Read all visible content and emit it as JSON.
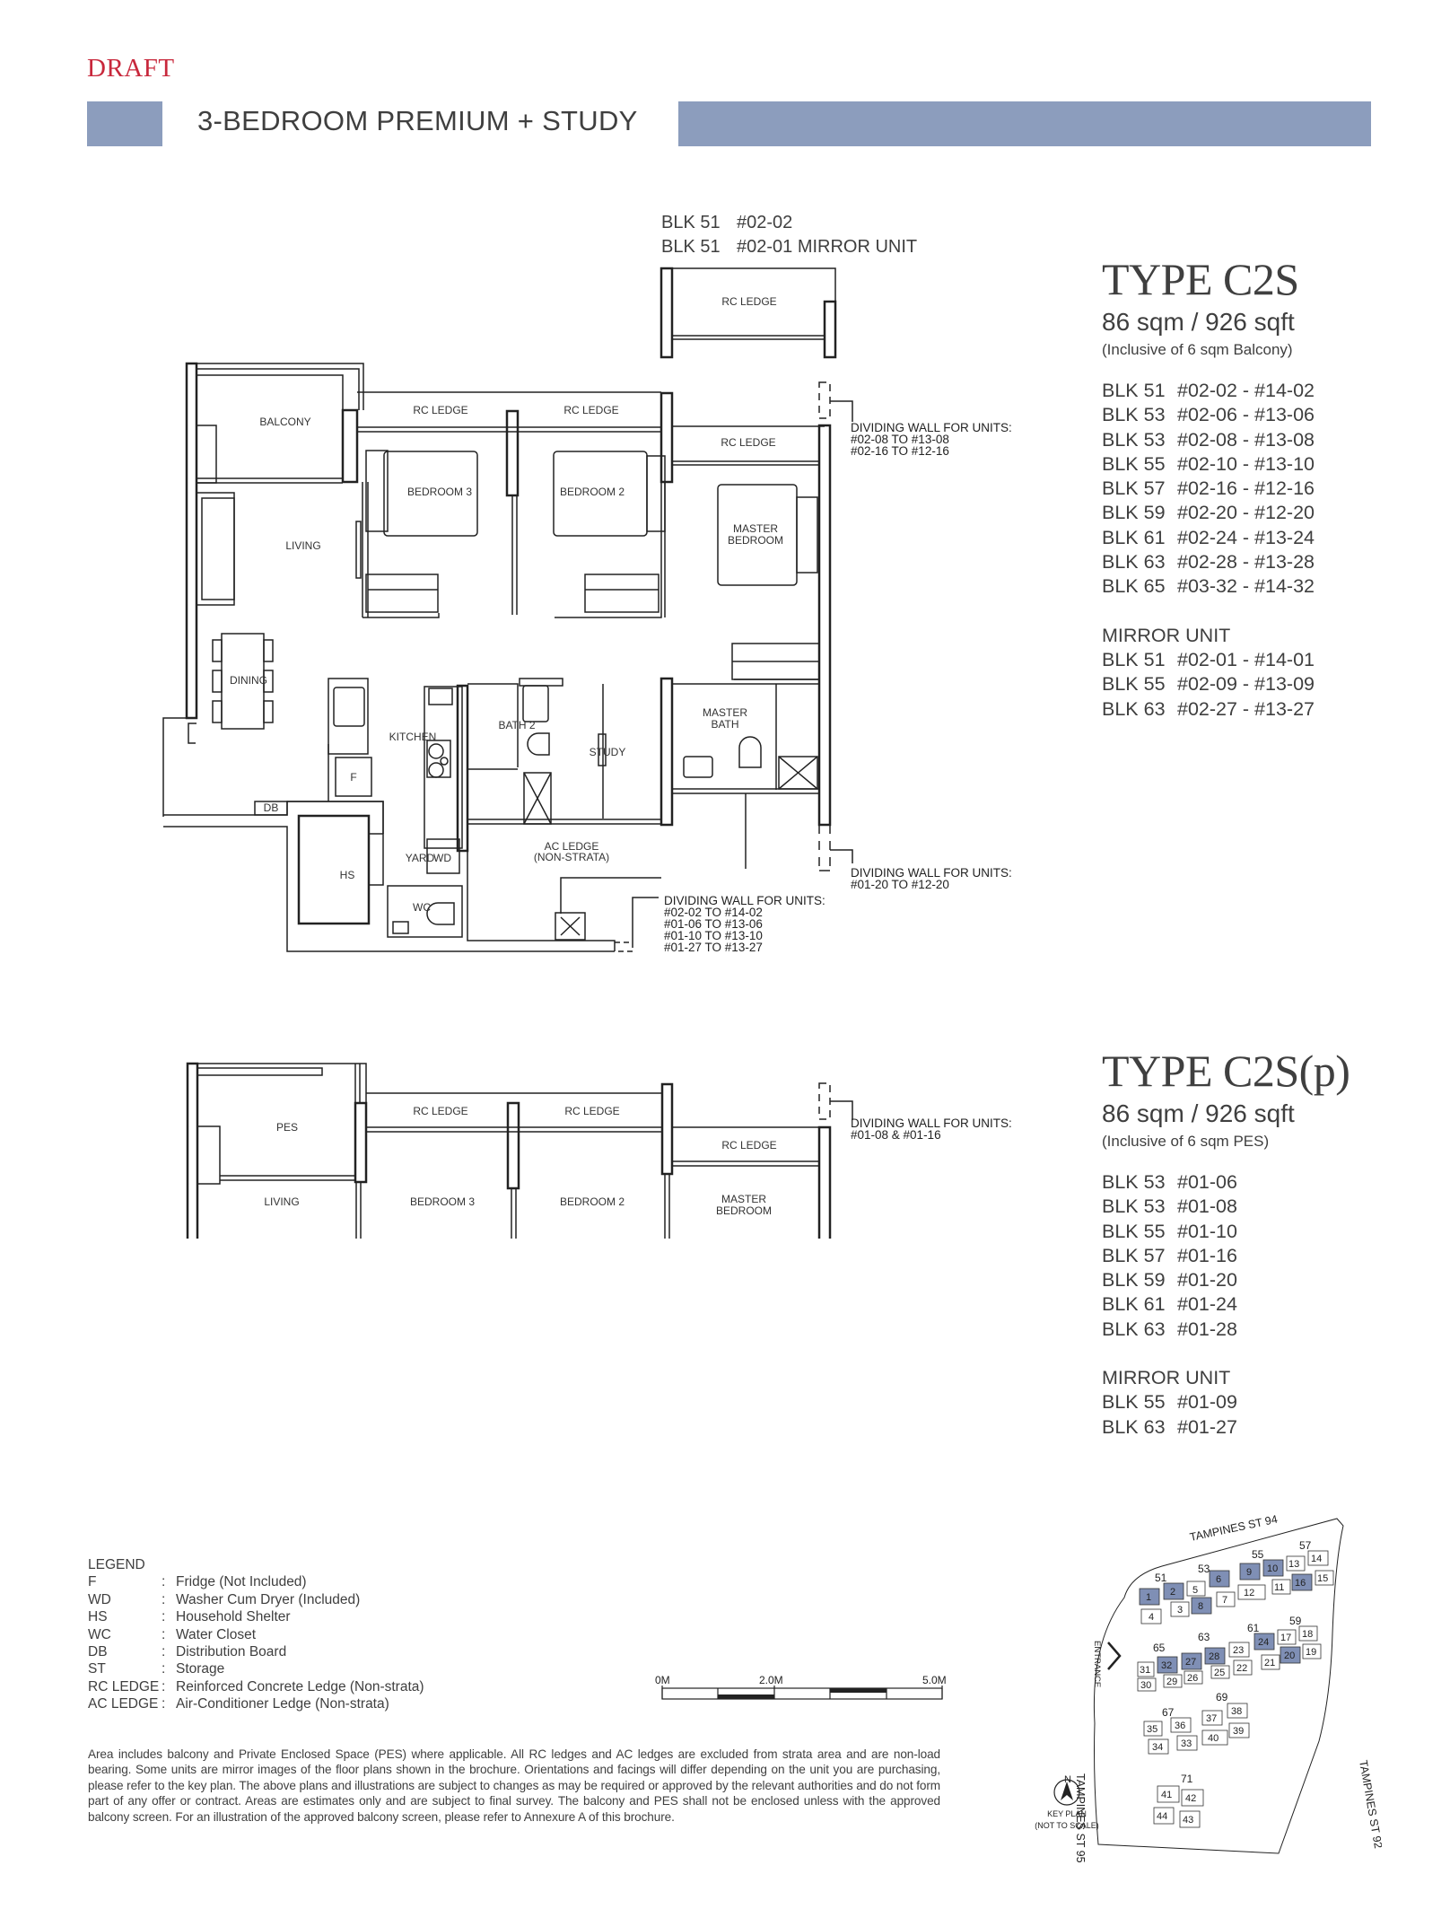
{
  "header": {
    "draft_label": "DRAFT",
    "title": "3-BEDROOM PREMIUM + STUDY",
    "band_color": "#8c9dbd",
    "draft_color": "#c8283c"
  },
  "plan_reference": {
    "lines": [
      {
        "blk": "BLK 51",
        "unit": "#02-02"
      },
      {
        "blk": "BLK 51",
        "unit": "#02-01 MIRROR UNIT"
      }
    ]
  },
  "floor_plan_main": {
    "rooms": {
      "balcony": "BALCONY",
      "living": "LIVING",
      "dining": "DINING",
      "kitchen": "KITCHEN",
      "bedroom3": "BEDROOM 3",
      "bedroom2": "BEDROOM 2",
      "master_bedroom_1": "MASTER",
      "master_bedroom_2": "BEDROOM",
      "bath2": "BATH 2",
      "study": "STUDY",
      "master_bath_1": "MASTER",
      "master_bath_2": "BATH",
      "yard": "YARD",
      "hs": "HS",
      "wc": "WC",
      "wd": "WD",
      "f": "F",
      "db": "DB",
      "rc_ledge": "RC LEDGE",
      "ac_ledge_1": "AC LEDGE",
      "ac_ledge_2": "(NON-STRATA)"
    },
    "dividing_wall_notes": [
      {
        "title": "DIVIDING WALL FOR UNITS:",
        "lines": [
          "#02-08 TO #13-08",
          "#02-16 TO #12-16"
        ]
      },
      {
        "title": "DIVIDING WALL FOR UNITS:",
        "lines": [
          "#01-20 TO #12-20"
        ]
      },
      {
        "title": "DIVIDING WALL FOR UNITS:",
        "lines": [
          "#02-02 TO #14-02",
          "#01-06 TO #13-06",
          "#01-10 TO #13-10",
          "#01-27 TO #13-27"
        ]
      }
    ]
  },
  "floor_plan_pes": {
    "rooms": {
      "pes": "PES",
      "living": "LIVING",
      "bedroom3": "BEDROOM 3",
      "bedroom2": "BEDROOM 2",
      "master_bedroom_1": "MASTER",
      "master_bedroom_2": "BEDROOM",
      "rc_ledge": "RC LEDGE"
    },
    "dividing_wall_note": {
      "title": "DIVIDING WALL FOR UNITS:",
      "lines": [
        "#01-08 & #01-16"
      ]
    }
  },
  "type_c2s": {
    "title": "TYPE C2S",
    "area": "86 sqm / 926 sqft",
    "note": "(Inclusive of 6 sqm Balcony)",
    "units": [
      {
        "blk": "BLK 51",
        "range": "#02-02 - #14-02"
      },
      {
        "blk": "BLK 53",
        "range": "#02-06 - #13-06"
      },
      {
        "blk": "BLK 53",
        "range": "#02-08 - #13-08"
      },
      {
        "blk": "BLK 55",
        "range": "#02-10 - #13-10"
      },
      {
        "blk": "BLK 57",
        "range": "#02-16 - #12-16"
      },
      {
        "blk": "BLK 59",
        "range": "#02-20 - #12-20"
      },
      {
        "blk": "BLK 61",
        "range": "#02-24 - #13-24"
      },
      {
        "blk": "BLK 63",
        "range": "#02-28 - #13-28"
      },
      {
        "blk": "BLK 65",
        "range": "#03-32 - #14-32"
      }
    ],
    "mirror_label": "MIRROR UNIT",
    "mirror_units": [
      {
        "blk": "BLK 51",
        "range": "#02-01 - #14-01"
      },
      {
        "blk": "BLK 55",
        "range": "#02-09 - #13-09"
      },
      {
        "blk": "BLK 63",
        "range": "#02-27 - #13-27"
      }
    ]
  },
  "type_c2sp": {
    "title": "TYPE C2S(p)",
    "area": "86 sqm / 926 sqft",
    "note": "(Inclusive of 6 sqm PES)",
    "units": [
      {
        "blk": "BLK 53",
        "range": "#01-06"
      },
      {
        "blk": "BLK 53",
        "range": "#01-08"
      },
      {
        "blk": "BLK 55",
        "range": "#01-10"
      },
      {
        "blk": "BLK 57",
        "range": "#01-16"
      },
      {
        "blk": "BLK 59",
        "range": "#01-20"
      },
      {
        "blk": "BLK 61",
        "range": "#01-24"
      },
      {
        "blk": "BLK 63",
        "range": "#01-28"
      }
    ],
    "mirror_label": "MIRROR UNIT",
    "mirror_units": [
      {
        "blk": "BLK 55",
        "range": "#01-09"
      },
      {
        "blk": "BLK 63",
        "range": "#01-27"
      }
    ]
  },
  "legend": {
    "title": "LEGEND",
    "items": [
      {
        "key": "F",
        "desc": "Fridge (Not Included)"
      },
      {
        "key": "WD",
        "desc": "Washer Cum Dryer (Included)"
      },
      {
        "key": "HS",
        "desc": "Household Shelter"
      },
      {
        "key": "WC",
        "desc": "Water Closet"
      },
      {
        "key": "DB",
        "desc": "Distribution Board"
      },
      {
        "key": "ST",
        "desc": "Storage"
      },
      {
        "key": "RC LEDGE",
        "desc": "Reinforced Concrete Ledge (Non-strata)"
      },
      {
        "key": "AC LEDGE",
        "desc": "Air-Conditioner Ledge (Non-strata)"
      }
    ]
  },
  "scale_bar": {
    "labels": [
      "0M",
      "2.0M",
      "5.0M"
    ]
  },
  "key_plan": {
    "streets": {
      "north": "TAMPINES ST 94",
      "west": "TAMPINES ST 95",
      "east": "TAMPINES ST 92"
    },
    "entrance": "ENTRANCE",
    "north_label": "N",
    "title": "KEY PLAN",
    "subtitle": "(NOT TO SCALE)",
    "highlight_color": "#7f8fb5",
    "blocks": [
      "51",
      "53",
      "55",
      "57",
      "59",
      "61",
      "63",
      "65",
      "67",
      "69",
      "71"
    ],
    "highlighted_stacks": [
      "1",
      "2",
      "6",
      "8",
      "9",
      "10",
      "16",
      "20",
      "24",
      "27",
      "28",
      "32"
    ]
  },
  "disclaimer": "Area includes balcony and Private Enclosed Space (PES) where applicable. All RC ledges and AC ledges are excluded from strata area and are non-load bearing. Some units are mirror images of the floor plans shown in the brochure. Orientations and facings will differ depending on the unit you are purchasing, please refer to the key plan. The above plans and illustrations are subject to changes as may be required or approved by the relevant authorities and do not form part of any offer or contract. Areas are estimates only and are subject to final survey. The balcony and PES shall not be enclosed unless with the approved balcony screen. For an illustration of the approved balcony screen, please refer to Annexure A of this brochure."
}
